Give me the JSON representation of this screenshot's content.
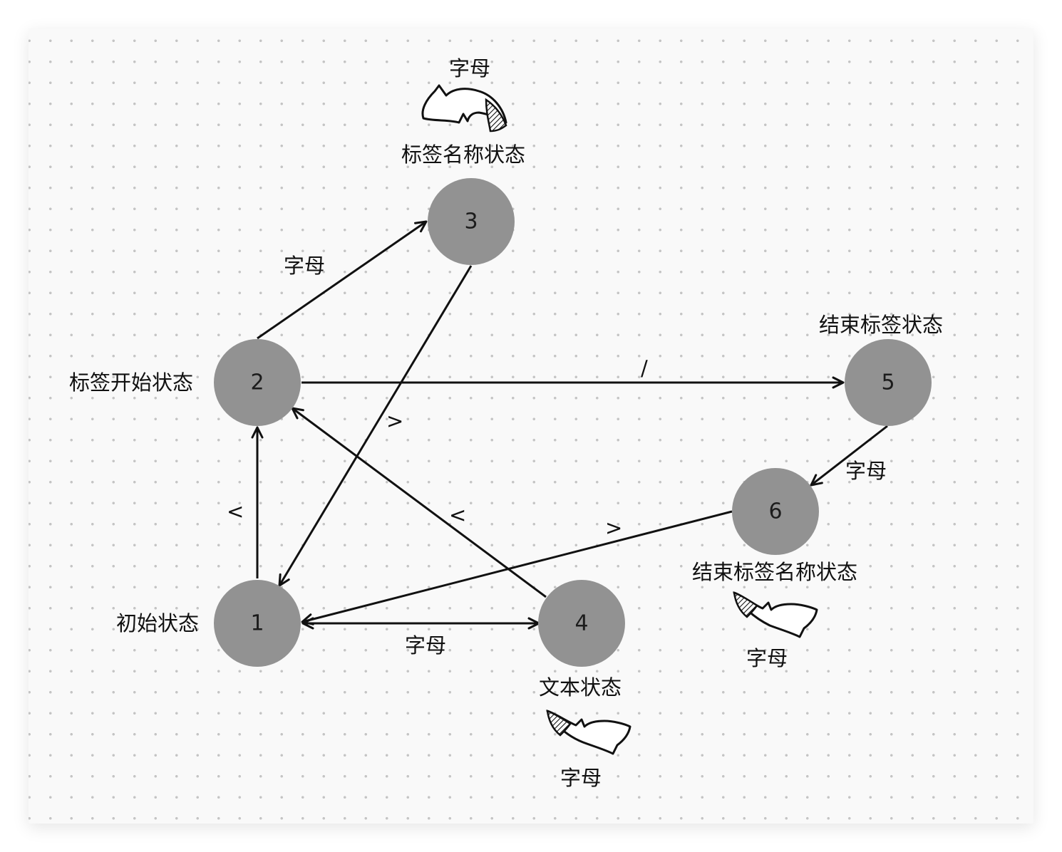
{
  "nodes": [
    {
      "id": "1",
      "label": "初始状态"
    },
    {
      "id": "2",
      "label": "标签开始状态"
    },
    {
      "id": "3",
      "label": "标签名称状态"
    },
    {
      "id": "4",
      "label": "文本状态"
    },
    {
      "id": "5",
      "label": "结束标签状态"
    },
    {
      "id": "6",
      "label": "结束标签名称状态"
    }
  ],
  "edges": [
    {
      "from": "1",
      "to": "2",
      "label": "<"
    },
    {
      "from": "2",
      "to": "3",
      "label": "字母"
    },
    {
      "from": "3",
      "to": "1",
      "label": ">"
    },
    {
      "from": "2",
      "to": "5",
      "label": "/"
    },
    {
      "from": "4",
      "to": "2",
      "label": "<"
    },
    {
      "from": "5",
      "to": "6",
      "label": "字母"
    },
    {
      "from": "6",
      "to": "1",
      "label": ">"
    },
    {
      "from": "1",
      "to": "4",
      "label": "字母"
    },
    {
      "from": "4",
      "to": "1",
      "label": ""
    }
  ],
  "self_loops": [
    {
      "node": "3",
      "label": "字母"
    },
    {
      "node": "4",
      "label": "字母"
    },
    {
      "node": "6",
      "label": "字母"
    }
  ],
  "colors": {
    "node_fill": "#929292",
    "stroke": "#111111",
    "board_background": "#f9f9f9",
    "grid_dot": "#c4c4c4"
  }
}
